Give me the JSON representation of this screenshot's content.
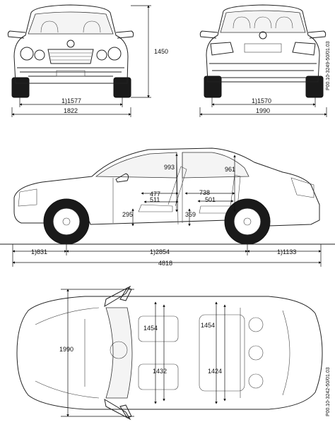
{
  "front_view": {
    "height": "1450",
    "track_front": "1)1577",
    "width_body": "1822"
  },
  "rear_view": {
    "track_rear": "1)1570",
    "width_mirrors": "1990"
  },
  "side_view": {
    "headroom_front": "993",
    "headroom_rear": "961",
    "legroom_front": "477",
    "legroom_rear": "738",
    "seat_depth_front": "511",
    "seat_depth_rear": "501",
    "seat_height_front": "295",
    "seat_height_rear": "359",
    "overhang_front": "1)831",
    "wheelbase": "1)2854",
    "overhang_rear": "1)1133",
    "length": "4818"
  },
  "top_view": {
    "width_mirrors": "1990",
    "shoulder_front": "1454",
    "shoulder_rear": "1454",
    "elbow_front": "1432",
    "elbow_rear": "1424"
  },
  "drawing_codes": {
    "top_code": "P00.10-3249-50/01.03",
    "bottom_code": "P00.10-3242-50/01.03"
  },
  "colors": {
    "ink": "#111111",
    "background": "#ffffff"
  }
}
